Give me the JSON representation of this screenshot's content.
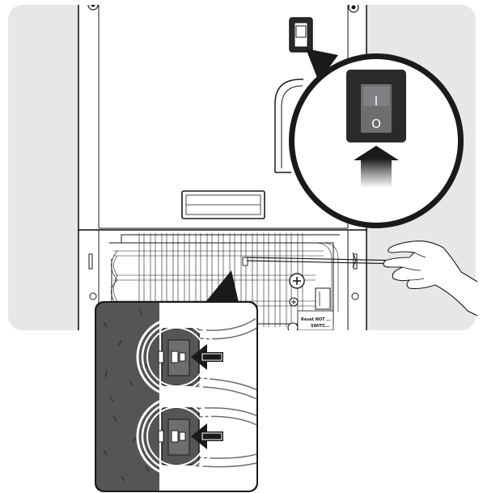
{
  "switch": {
    "on_symbol": "I",
    "off_symbol": "O"
  },
  "label_plate": {
    "line1": "Reset NOT ...",
    "line2": "SWITC..."
  },
  "colors": {
    "background_panel": "#e6e7e8",
    "device_body": "#ffffff",
    "outline": "#1a1a1a",
    "inset_dark": "#555555",
    "switch_housing": "#1f1f1f",
    "switch_rocker": "#6d6e70"
  }
}
